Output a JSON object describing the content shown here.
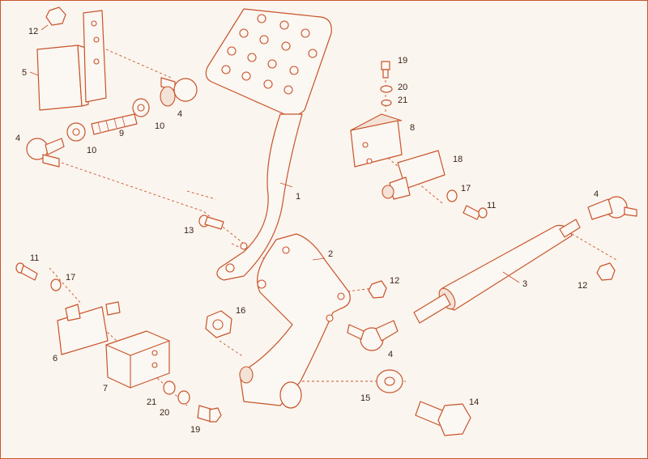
{
  "colors": {
    "line": "#c8542b",
    "paper": "#fbf5ef",
    "text": "#3a2418"
  },
  "callouts": {
    "c1": "1",
    "c2": "2",
    "c3": "3",
    "c4a": "4",
    "c4b": "4",
    "c4c": "4",
    "c4d": "4",
    "c5": "5",
    "c6": "6",
    "c7": "7",
    "c8": "8",
    "c9": "9",
    "c10a": "10",
    "c10b": "10",
    "c11a": "11",
    "c11b": "11",
    "c12a": "12",
    "c12b": "12",
    "c12c": "12",
    "c13": "13",
    "c14": "14",
    "c15": "15",
    "c16": "16",
    "c17a": "17",
    "c17b": "17",
    "c18": "18",
    "c19a": "19",
    "c19b": "19",
    "c20a": "20",
    "c20b": "20",
    "c21a": "21",
    "c21b": "21"
  }
}
